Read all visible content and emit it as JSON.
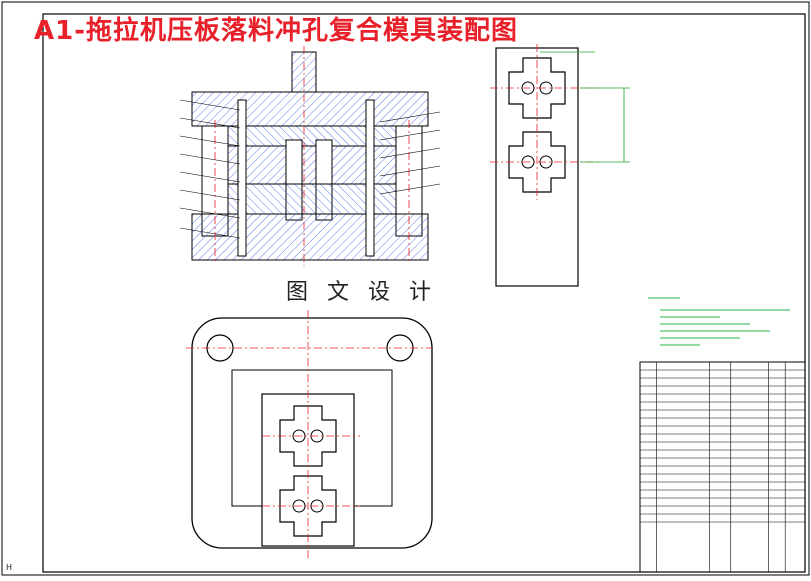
{
  "drawing": {
    "title": "A1-拖拉机压板落料冲孔复合模具装配图",
    "watermark": "图 文 设 计",
    "corner_mark": "H"
  },
  "colors": {
    "title": "#e8202a",
    "outline": "#000000",
    "centerline": "#e8202a",
    "dimension": "#1fa82b",
    "hatch": "#3b5bd9",
    "part": "#7c7cff",
    "notes": "#22b84a"
  },
  "title_block": {
    "rows": 20,
    "columns": 5
  }
}
